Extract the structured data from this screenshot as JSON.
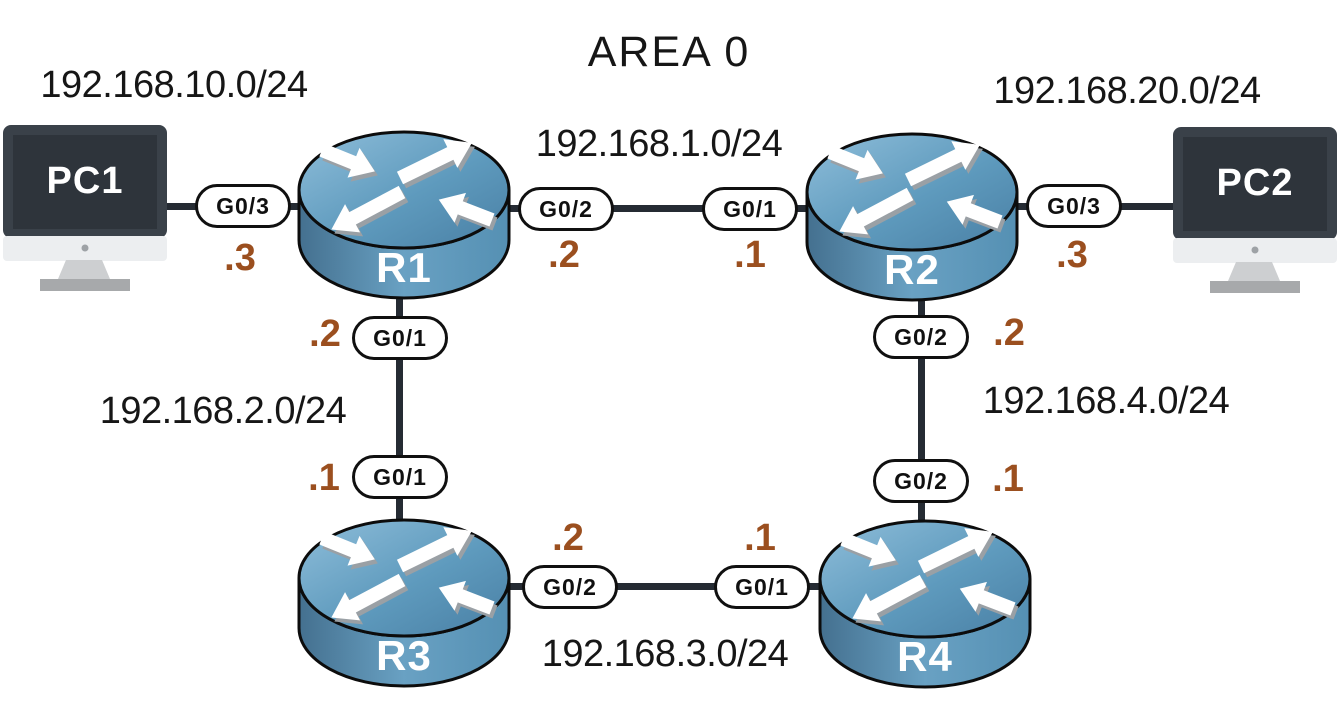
{
  "meta": {
    "title": "AREA 0",
    "diagram_type": "network-topology"
  },
  "colors": {
    "background": "#FFFFFF",
    "text_dark": "#161616",
    "ip_suffix_orange": "#9B4F1F",
    "link_line": "#252B33",
    "pill_border": "#101010",
    "pill_bg": "#FFFFFF",
    "router_top_light": "#8FBEDA",
    "router_top_dark": "#497FA4",
    "router_side_dark": "#44708F",
    "router_side_light": "#69A1C3",
    "pc_screen_frame": "#3A4149",
    "pc_screen_inner": "#2E343B",
    "pc_chin": "#ECEEF0"
  },
  "devices": {
    "pc1": {
      "label": "PC1"
    },
    "pc2": {
      "label": "PC2"
    },
    "r1": {
      "label": "R1"
    },
    "r2": {
      "label": "R2"
    },
    "r3": {
      "label": "R3"
    },
    "r4": {
      "label": "R4"
    }
  },
  "networks": {
    "pc1_lan": "192.168.10.0/24",
    "r1_r2": "192.168.1.0/24",
    "pc2_lan": "192.168.20.0/24",
    "r1_r3": "192.168.2.0/24",
    "r2_r4": "192.168.4.0/24",
    "r3_r4": "192.168.3.0/24"
  },
  "interfaces": {
    "r1_g03": {
      "label": "G0/3",
      "ip_suffix": ".3"
    },
    "r1_g02": {
      "label": "G0/2",
      "ip_suffix": ".2"
    },
    "r2_g01": {
      "label": "G0/1",
      "ip_suffix": ".1"
    },
    "r2_g03": {
      "label": "G0/3",
      "ip_suffix": ".3"
    },
    "r1_g01": {
      "label": "G0/1",
      "ip_suffix": ".2"
    },
    "r3_g01": {
      "label": "G0/1",
      "ip_suffix": ".1"
    },
    "r2_g02": {
      "label": "G0/2",
      "ip_suffix": ".2"
    },
    "r4_g02": {
      "label": "G0/2",
      "ip_suffix": ".1"
    },
    "r3_g02": {
      "label": "G0/2",
      "ip_suffix": ".2"
    },
    "r4_g01": {
      "label": "G0/1",
      "ip_suffix": ".1"
    }
  }
}
